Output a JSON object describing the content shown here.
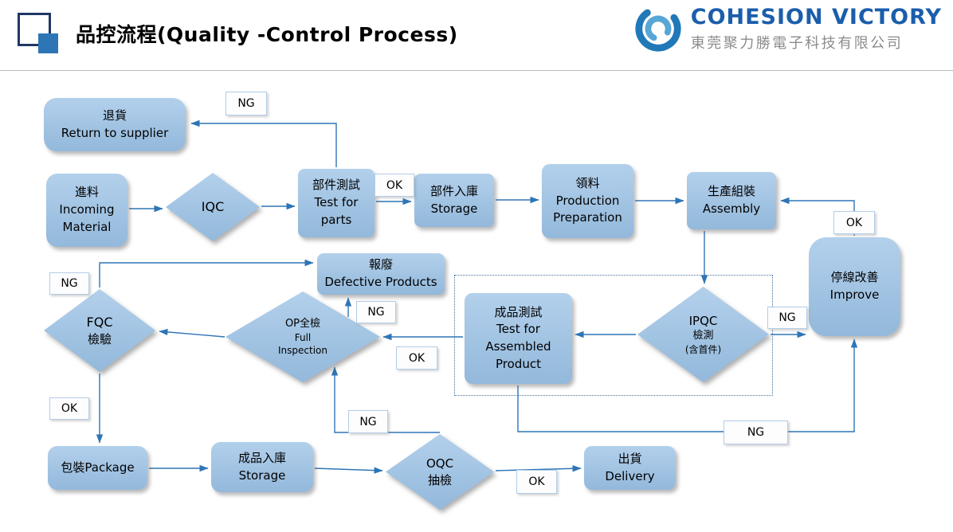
{
  "header": {
    "title": "品控流程(Quality -Control Process)",
    "brand": {
      "name": "COHESION VICTORY",
      "subtitle": "東莞聚力勝電子科技有限公司"
    }
  },
  "flow": {
    "nodes": {
      "return_supplier": {
        "lines": [
          "退貨",
          "Return to supplier"
        ]
      },
      "incoming": {
        "lines": [
          "進料",
          "Incoming",
          "Material"
        ]
      },
      "iqc": {
        "lines": [
          "IQC"
        ]
      },
      "test_parts": {
        "lines": [
          "部件測試",
          "Test for",
          "parts"
        ]
      },
      "parts_storage": {
        "lines": [
          "部件入庫",
          "Storage"
        ]
      },
      "production_prep": {
        "lines": [
          "領料",
          "Production",
          "Preparation"
        ]
      },
      "assembly": {
        "lines": [
          "生產組裝",
          "Assembly"
        ]
      },
      "defective": {
        "lines": [
          "報廢",
          "Defective Products"
        ]
      },
      "fqc": {
        "lines": [
          "FQC",
          "檢驗"
        ]
      },
      "op_full_inspection": {
        "lines": [
          "OP全檢",
          "Full",
          "Inspection"
        ]
      },
      "assembled_test": {
        "lines": [
          "成品測試",
          "Test for",
          "Assembled",
          "Product"
        ]
      },
      "ipqc": {
        "lines": [
          "IPQC",
          "檢測",
          "(含首件)"
        ]
      },
      "improve": {
        "lines": [
          "停線改善",
          "Improve"
        ]
      },
      "package": {
        "lines": [
          "包裝Package"
        ]
      },
      "finished_storage": {
        "lines": [
          "成品入庫",
          "Storage"
        ]
      },
      "oqc": {
        "lines": [
          "OQC",
          "抽檢"
        ]
      },
      "delivery": {
        "lines": [
          "出貨",
          "Delivery"
        ]
      }
    },
    "edge_labels": {
      "test_ng": "NG",
      "test_ok": "OK",
      "improve_ok": "OK",
      "fqc_ng": "NG",
      "op_ng": "NG",
      "assembled_ok": "OK",
      "ipqc_ng": "NG",
      "fqc_ok": "OK",
      "oqc_ng": "NG",
      "assembled_ng": "NG",
      "oqc_ok": "OK"
    },
    "colors": {
      "node_fill": "#9dc3e6",
      "connector": "#2e75b6",
      "brand_blue": "#1b5eab"
    }
  }
}
